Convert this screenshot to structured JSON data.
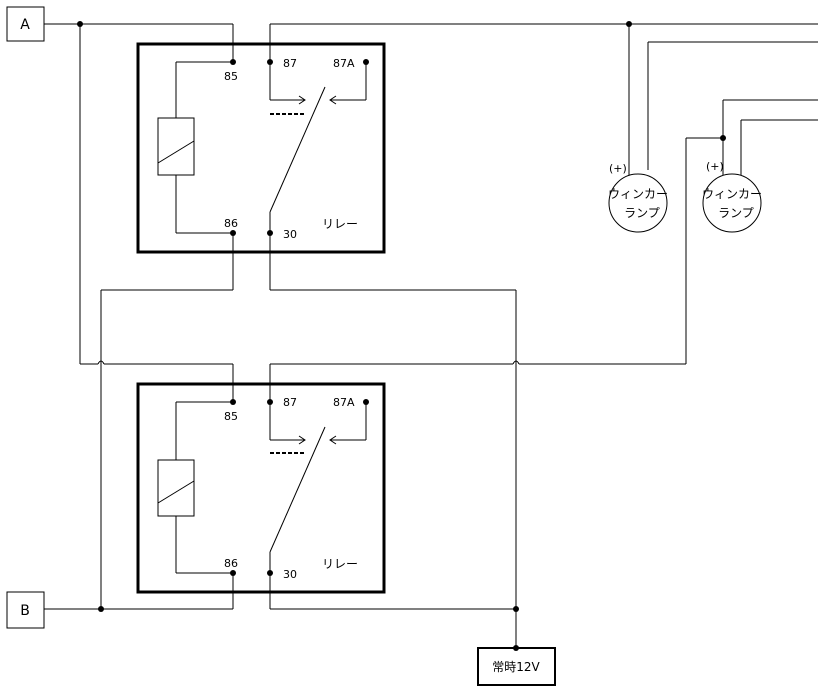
{
  "terminals": {
    "a": "A",
    "b": "B",
    "power": "常時12V"
  },
  "relay_top": {
    "pin85": "85",
    "pin86": "86",
    "pin87": "87",
    "pin87a": "87A",
    "pin30": "30",
    "name": "リレー"
  },
  "relay_bottom": {
    "pin85": "85",
    "pin86": "86",
    "pin87": "87",
    "pin87a": "87A",
    "pin30": "30",
    "name": "リレー"
  },
  "lamp_left": {
    "polarity": "(+)",
    "line1": "ウィンカー",
    "line2": "ランプ"
  },
  "lamp_right": {
    "polarity": "(+)",
    "line1": "ウィンカー",
    "line2": "ランプ"
  }
}
